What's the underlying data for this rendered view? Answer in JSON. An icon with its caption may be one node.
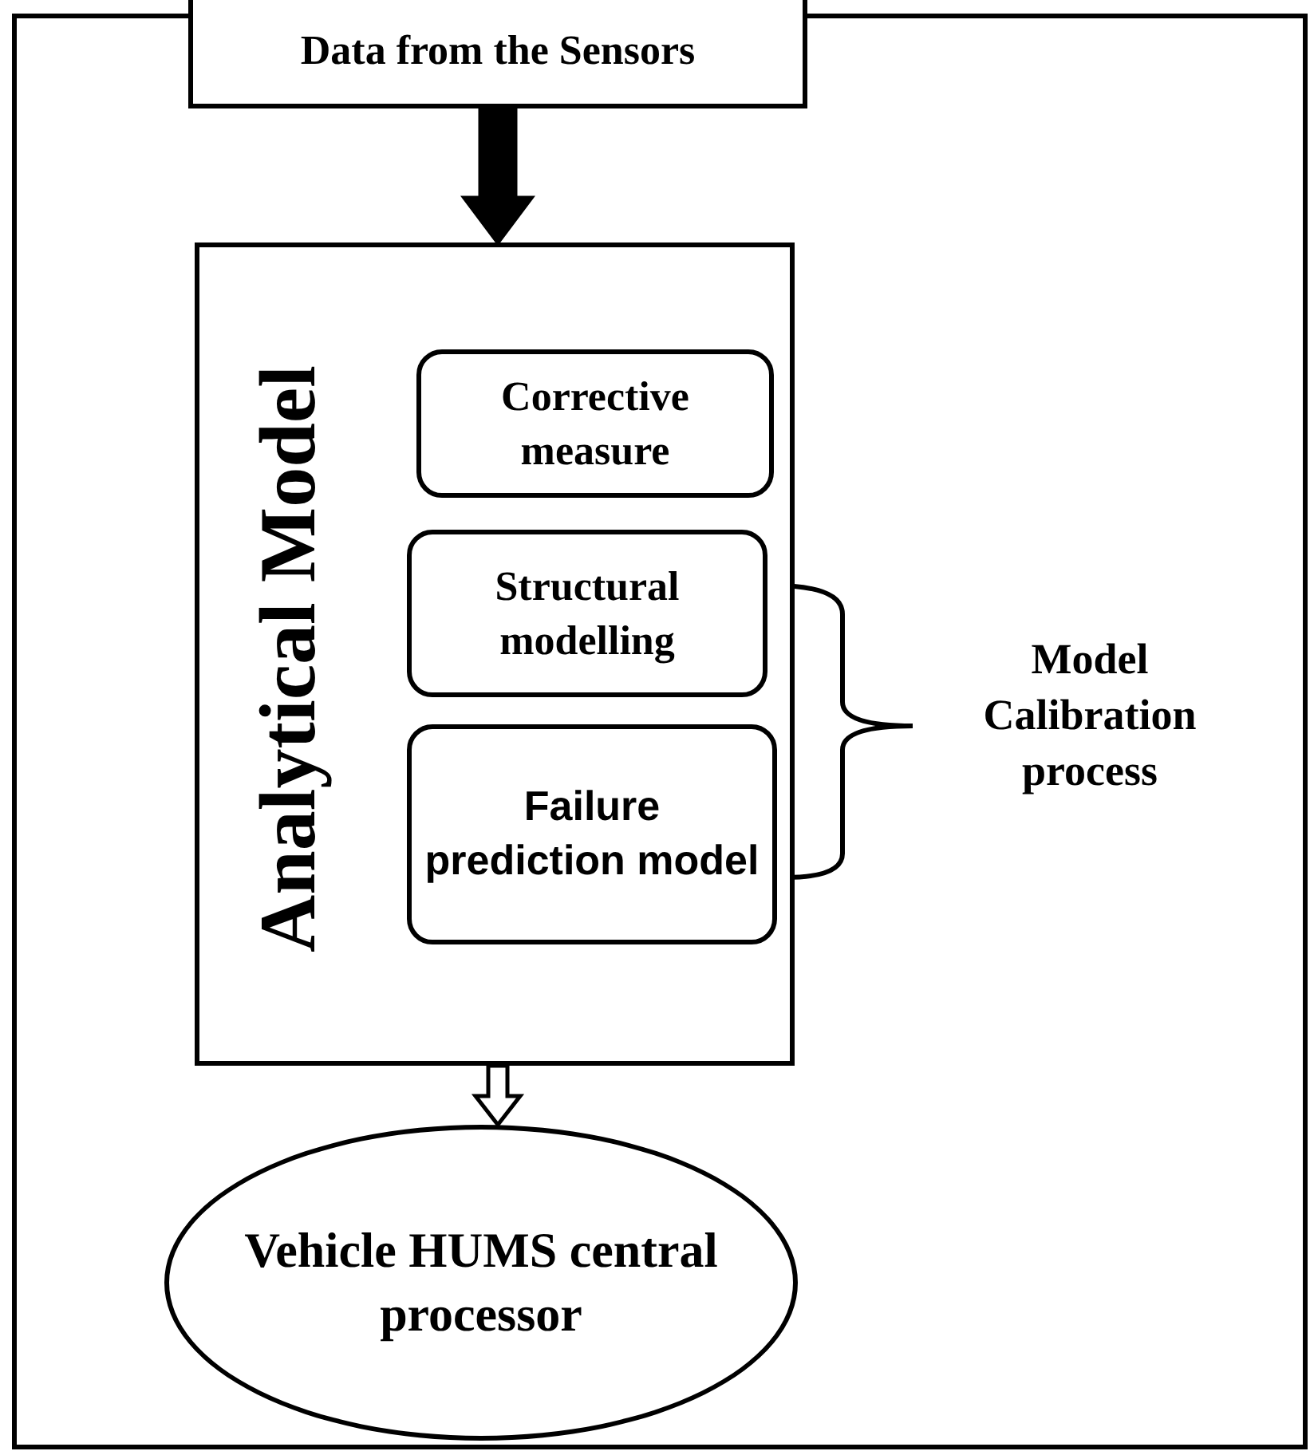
{
  "diagram": {
    "nodes": [
      {
        "text": [
          "Data from the Sensors"
        ]
      },
      {
        "text": [
          "Analytical Model"
        ]
      },
      {
        "text": [
          "Corrective measure"
        ],
        "in": 1
      },
      {
        "text": [
          "Structural modelling"
        ],
        "in": 1
      },
      {
        "text": [
          "Failure prediction model"
        ],
        "in": 1
      },
      {
        "text": [
          "Vehicle HUMS central processor"
        ]
      }
    ],
    "edges": [
      {
        "from": 0,
        "to": 1,
        "arrow": "to",
        "style": "thick"
      },
      {
        "from": 1,
        "to": 5,
        "arrow": "to"
      }
    ],
    "labels": [
      "Model Calibration process"
    ]
  }
}
